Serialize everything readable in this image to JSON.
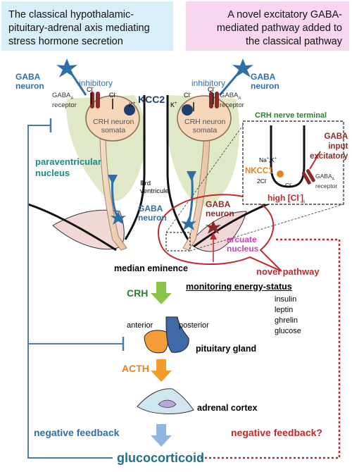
{
  "left_header": [
    "The classical hypothalamic-",
    "pituitary-adrenal axis mediating",
    "stress hormone secretion"
  ],
  "right_header": [
    "A novel excitatory GABA-",
    "mediated pathway added to",
    "the classical pathway"
  ],
  "gaba_neuron_left": [
    "GABA",
    "neuron"
  ],
  "gaba_neuron_right": [
    "GABA",
    "neuron"
  ],
  "inhibitory_left": "inhibitory",
  "inhibitory_right": "inhibitory",
  "gaba_a_receptor_left": [
    "GABA",
    "A",
    "receptor"
  ],
  "gaba_a_receptor_right": [
    "GABA",
    "A",
    "receptor"
  ],
  "cl_minus": "Cl",
  "k_plus": "K",
  "kcc2": "KCC2",
  "crh_somata_left": [
    "CRH neuron",
    "somata"
  ],
  "crh_somata_right": [
    "CRH neuron",
    "somata"
  ],
  "paraventricular": [
    "paraventricular",
    "nucleus"
  ],
  "third_ventricle": [
    "Ⅲrd",
    "ventricule"
  ],
  "gaba_neuron_mid": [
    "GABA",
    "neuron"
  ],
  "gaba_neuron_arcuate": [
    "GABA",
    "neuron"
  ],
  "arcuate": [
    "arcuate",
    "nucleus"
  ],
  "crh_terminal": "CRH nerve terminal",
  "gaba_input": [
    "GABA",
    "input",
    "excitatory"
  ],
  "na_k": "Na",
  "nkcc1": "NKCC1",
  "two_cl": "2Cl",
  "high_cl": "high [Cl",
  "median_eminence": "median eminence",
  "novel_pathway": "novel pathway",
  "crh": "CRH",
  "monitoring": "monitoring energy-status",
  "signals": [
    "insulin",
    "leptin",
    "ghrelin",
    "glucose"
  ],
  "anterior": "anterior",
  "posterior": "posterior",
  "pituitary": "pituitary gland",
  "acth": "ACTH",
  "adrenal": "adrenal cortex",
  "neg_feedback": "negative feedback",
  "neg_feedback_q": "negative feedback?",
  "glucocorticoid": "glucocorticoid",
  "colors": {
    "gaba_blue": "#2f6fa8",
    "crh_green": "#2e7d32",
    "acth_orange": "#e8821f",
    "novel_red": "#c0282d",
    "arcuate_pink": "#d23fb0",
    "feedback_blue": "#4a7aa5",
    "left_box": "#d8eef8",
    "right_box": "#f8d6ef"
  }
}
